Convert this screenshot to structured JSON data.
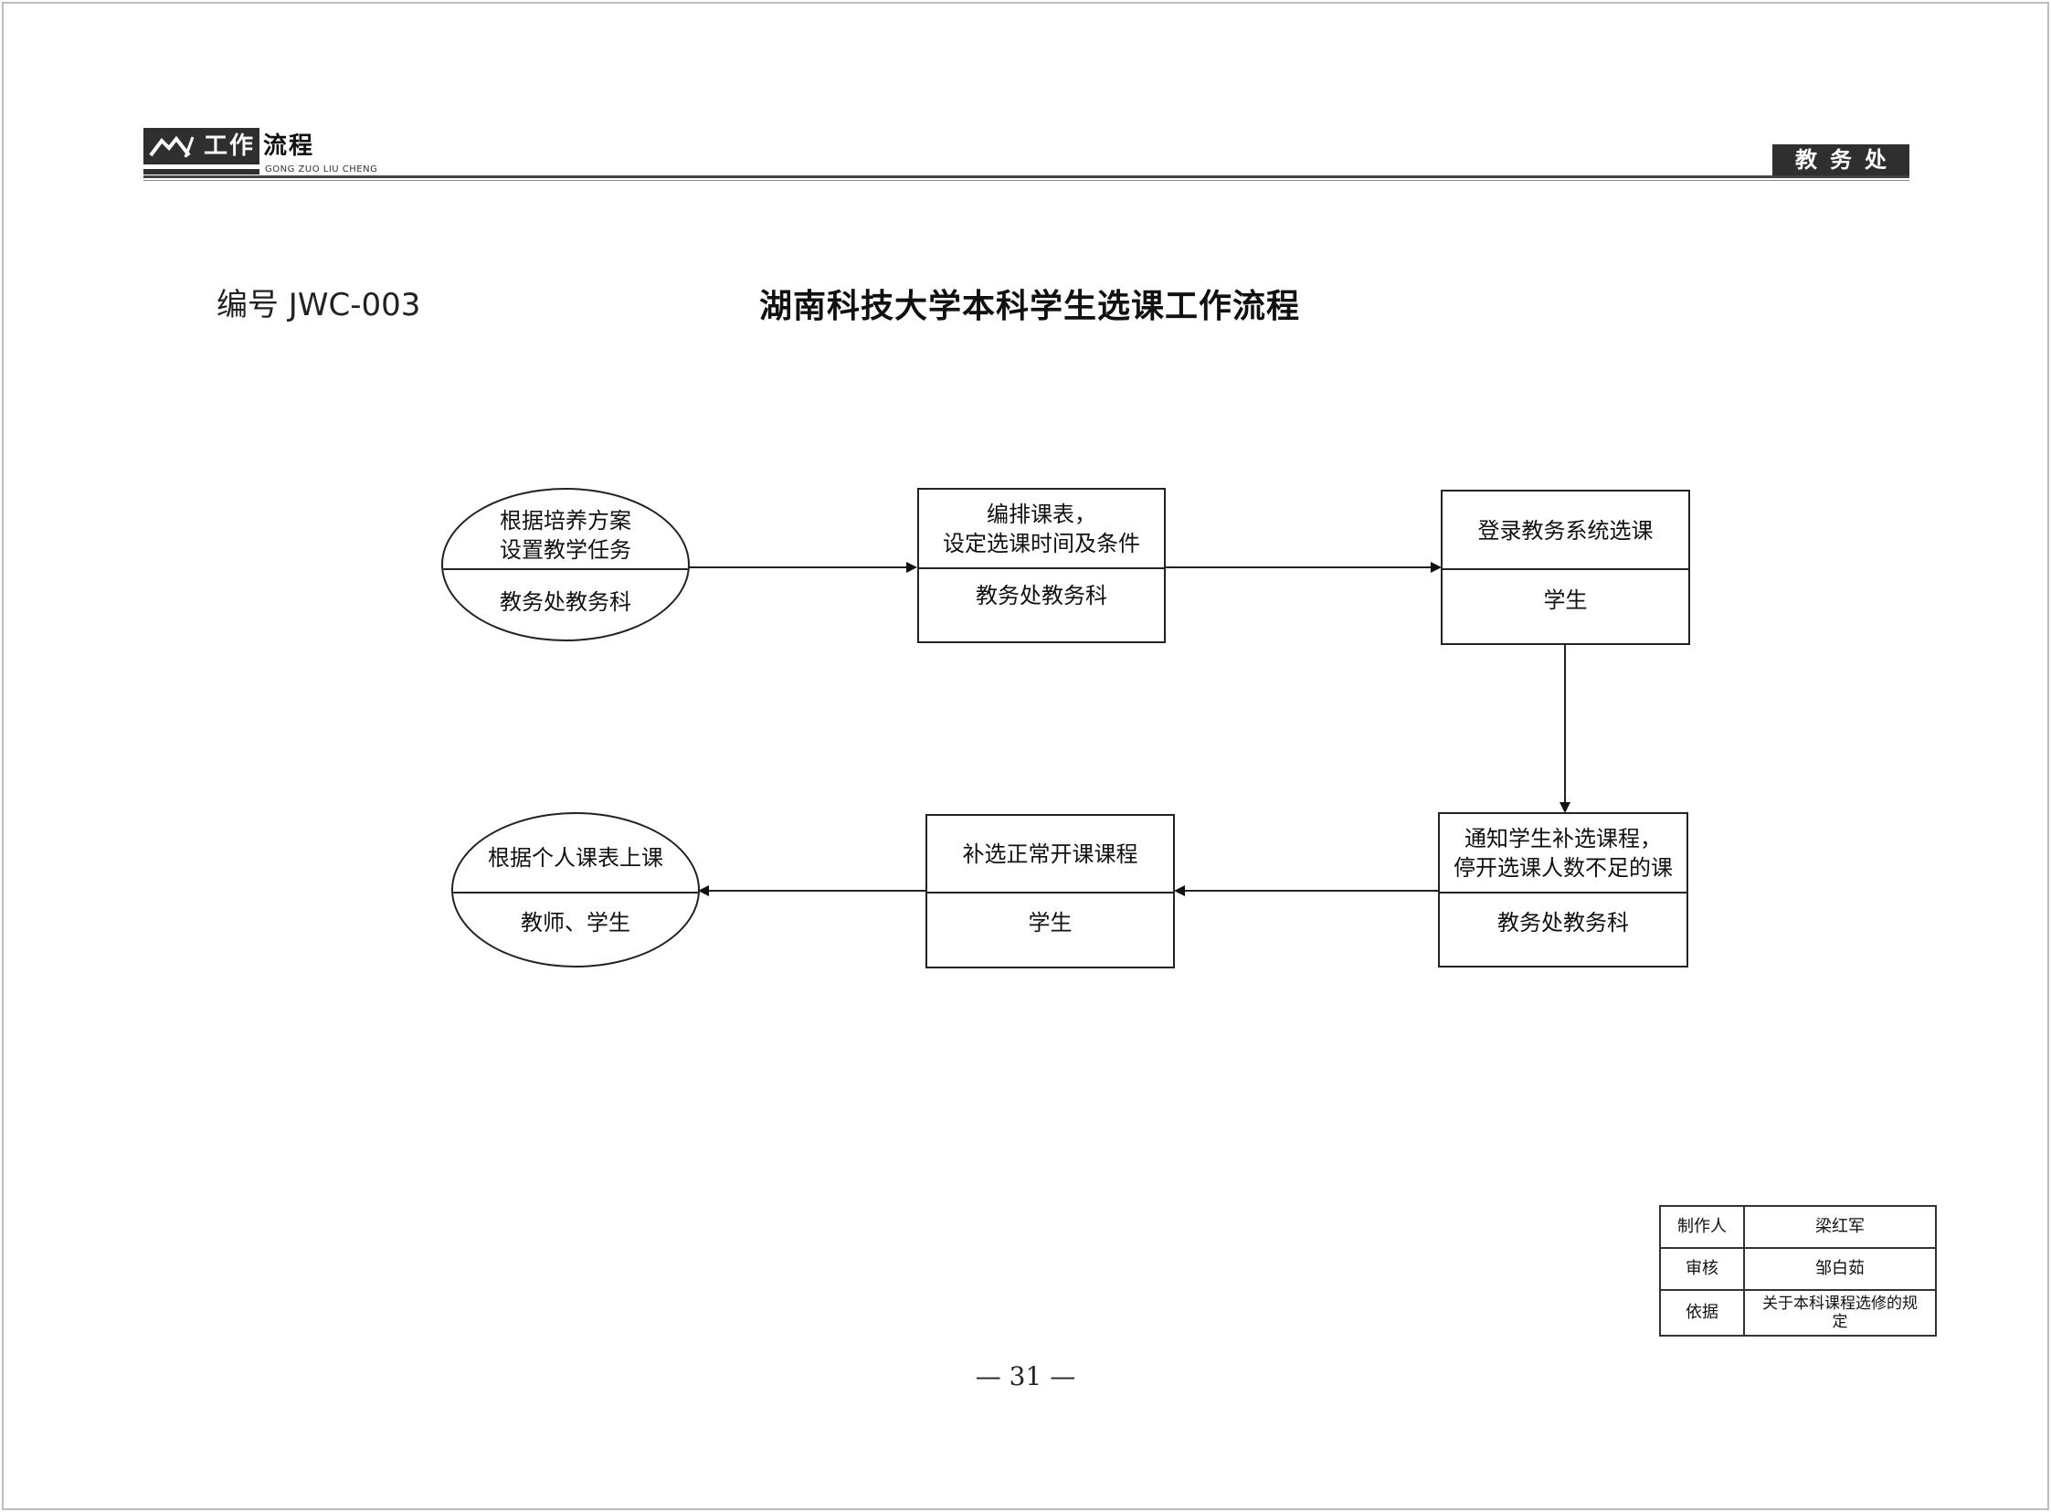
{
  "header": {
    "logo_text_part1": "工作",
    "logo_text_part2": "流程",
    "logo_pinyin": "GONG ZUO LIU CHENG",
    "department": "教务处"
  },
  "document": {
    "number": "编号 JWC-003",
    "title": "湖南科技大学本科学生选课工作流程"
  },
  "flow": {
    "nodes": [
      {
        "id": "n1",
        "shape": "oval",
        "task": "根据培养方案\n设置教学任务",
        "actor": "教务处教务科"
      },
      {
        "id": "n2",
        "shape": "box",
        "task": "编排课表，\n设定选课时间及条件",
        "actor": "教务处教务科"
      },
      {
        "id": "n3",
        "shape": "box",
        "task": "登录教务系统选课",
        "actor": "学生"
      },
      {
        "id": "n4",
        "shape": "box",
        "task": "通知学生补选课程，\n停开选课人数不足的课",
        "actor": "教务处教务科"
      },
      {
        "id": "n5",
        "shape": "box",
        "task": "补选正常开课课程",
        "actor": "学生"
      },
      {
        "id": "n6",
        "shape": "oval",
        "task": "根据个人课表上课",
        "actor": "教师、学生"
      }
    ],
    "edges": [
      {
        "from": "n1",
        "to": "n2"
      },
      {
        "from": "n2",
        "to": "n3"
      },
      {
        "from": "n3",
        "to": "n4"
      },
      {
        "from": "n4",
        "to": "n5"
      },
      {
        "from": "n5",
        "to": "n6"
      }
    ]
  },
  "signoff": {
    "rows": [
      {
        "label": "制作人",
        "value": "梁红军"
      },
      {
        "label": "审核",
        "value": "邹白茹"
      },
      {
        "label": "依据",
        "value": "关于本科课程选修的规定"
      }
    ]
  },
  "footer": {
    "page_number": "— 31 —"
  }
}
